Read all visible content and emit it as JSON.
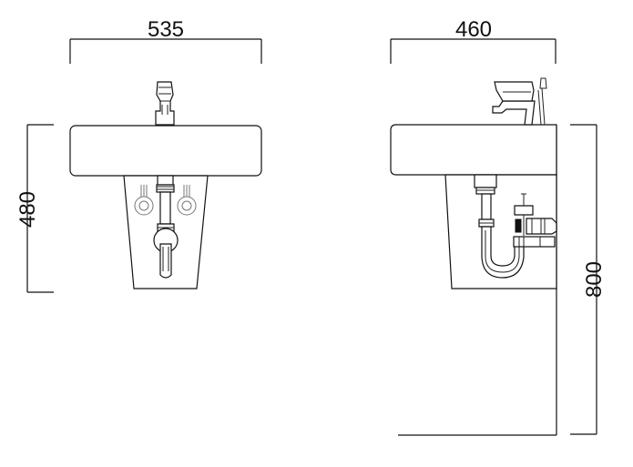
{
  "dimensions": {
    "front_width": "535",
    "side_width": "460",
    "front_height": "480",
    "side_height": "800"
  }
}
